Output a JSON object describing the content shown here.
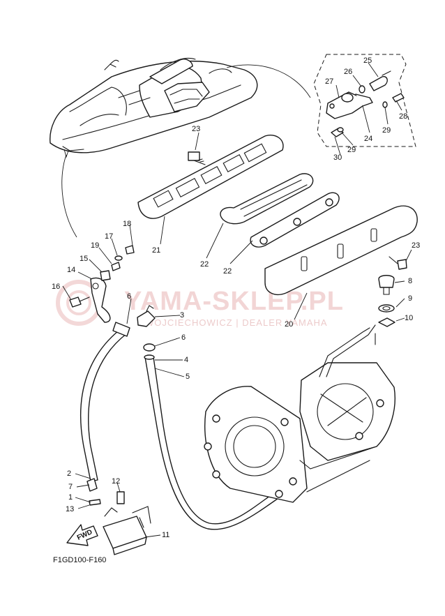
{
  "diagram_code": "F1GD100-F160",
  "watermark": {
    "title": "YAMA-SKLEP.PL",
    "subtitle": "WOJCIECHOWICZ | DEALER YAMAHA"
  },
  "fwd_label": "FWD",
  "callouts": {
    "c1": "1",
    "c2": "2",
    "c3": "3",
    "c4": "4",
    "c5": "5",
    "c6a": "6",
    "c6b": "6",
    "c7": "7",
    "c8": "8",
    "c9": "9",
    "c10": "10",
    "c11": "11",
    "c12": "12",
    "c13": "13",
    "c14": "14",
    "c15": "15",
    "c16": "16",
    "c17": "17",
    "c18": "18",
    "c19": "19",
    "c20": "20",
    "c21": "21",
    "c22a": "22",
    "c22b": "22",
    "c23a": "23",
    "c23b": "23",
    "c24": "24",
    "c25": "25",
    "c26": "26",
    "c27": "27",
    "c28": "28",
    "c29a": "29",
    "c29b": "29",
    "c30": "30"
  },
  "colors": {
    "line": "#1a1a1a",
    "watermark": "#e8b4b4"
  }
}
